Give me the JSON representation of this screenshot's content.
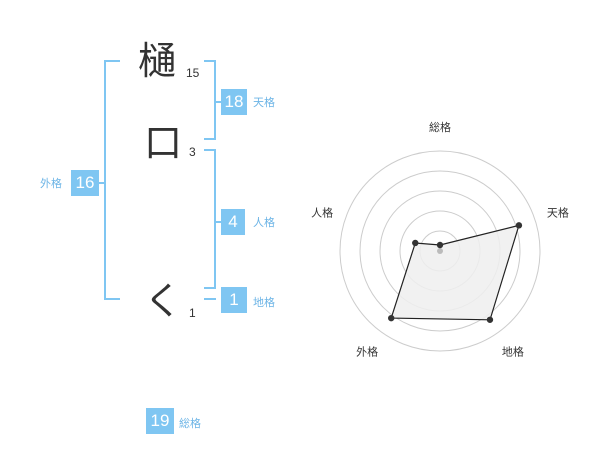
{
  "characters": [
    {
      "char": "樋",
      "strokes": "15"
    },
    {
      "char": "口",
      "strokes": "3"
    },
    {
      "char": "く",
      "strokes": "1"
    }
  ],
  "fortunes": {
    "tenkaku": {
      "value": "18",
      "label": "天格"
    },
    "jinkaku": {
      "value": "4",
      "label": "人格"
    },
    "chikaku": {
      "value": "1",
      "label": "地格"
    },
    "gaikaku": {
      "value": "16",
      "label": "外格"
    },
    "soukaku": {
      "value": "19",
      "label": "総格"
    }
  },
  "chart_data": {
    "type": "radar",
    "axes": [
      "総格",
      "天格",
      "地格",
      "外格",
      "人格"
    ],
    "values": [
      0.06,
      0.83,
      0.85,
      0.83,
      0.26
    ],
    "max": 1
  },
  "colors": {
    "accent": "#7fc6f2",
    "label": "#6cb4e6",
    "text": "#333333",
    "grid": "#cccccc",
    "fill": "#eeeeee"
  }
}
